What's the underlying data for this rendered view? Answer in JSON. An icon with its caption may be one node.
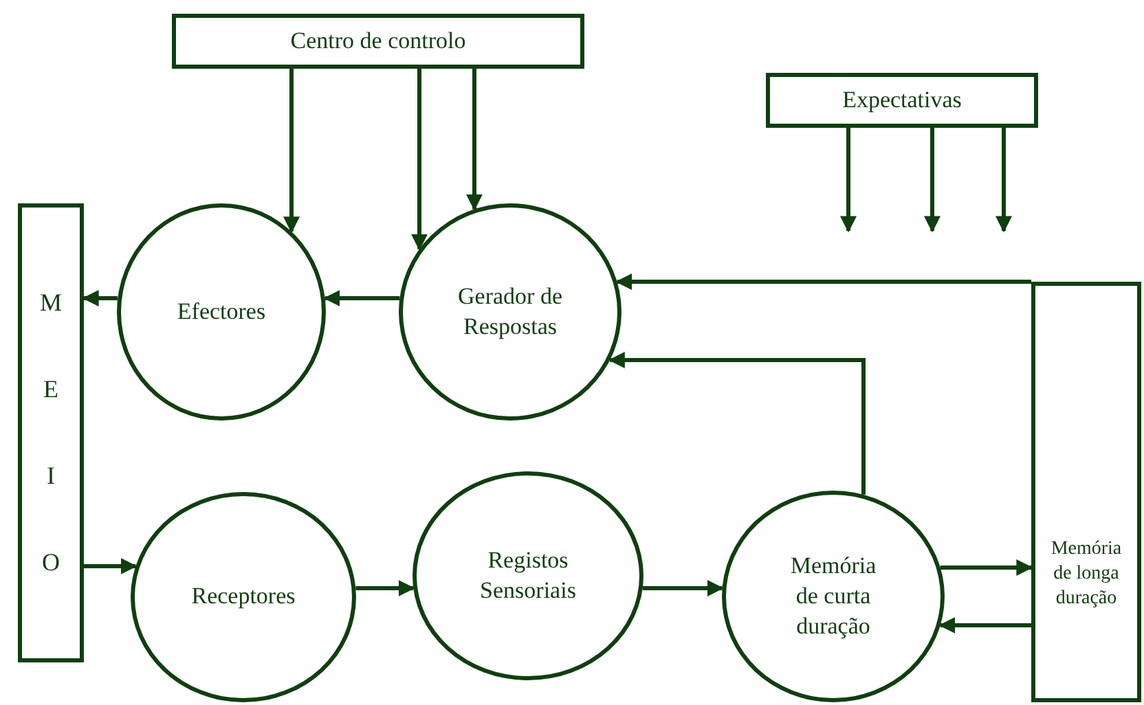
{
  "diagram": {
    "nodes": [
      {
        "text": [
          "Centro de controlo"
        ]
      },
      {
        "text": [
          "Expectativas"
        ]
      },
      {
        "text": [
          "MEIO"
        ]
      },
      {
        "text": [
          "Efectores"
        ]
      },
      {
        "text": [
          "Gerador de Respostas"
        ]
      },
      {
        "text": [
          "Receptores"
        ]
      },
      {
        "text": [
          "Registos Sensoriais"
        ]
      },
      {
        "text": [
          "Memória de curta duração"
        ]
      },
      {
        "text": [
          "Memória de longa duração"
        ]
      }
    ],
    "edges": [
      {
        "from": 0,
        "to": 3,
        "arrow": "to"
      },
      {
        "from": 0,
        "to": 4,
        "arrow": "to"
      },
      {
        "from": 0,
        "to": 4,
        "arrow": "to"
      },
      {
        "from": 1,
        "to": null,
        "arrow": "to"
      },
      {
        "from": 1,
        "to": null,
        "arrow": "to"
      },
      {
        "from": 1,
        "to": null,
        "arrow": "to"
      },
      {
        "from": 4,
        "to": 3,
        "arrow": "to"
      },
      {
        "from": 3,
        "to": 2,
        "arrow": "to"
      },
      {
        "from": 2,
        "to": 5,
        "arrow": "to"
      },
      {
        "from": 5,
        "to": 6,
        "arrow": "to"
      },
      {
        "from": 6,
        "to": 7,
        "arrow": "to"
      },
      {
        "from": 7,
        "to": 8,
        "arrow": "to"
      },
      {
        "from": 8,
        "to": 7,
        "arrow": "to"
      },
      {
        "from": 7,
        "to": 4,
        "arrow": "to"
      },
      {
        "from": 8,
        "to": 4,
        "arrow": "to"
      }
    ]
  }
}
